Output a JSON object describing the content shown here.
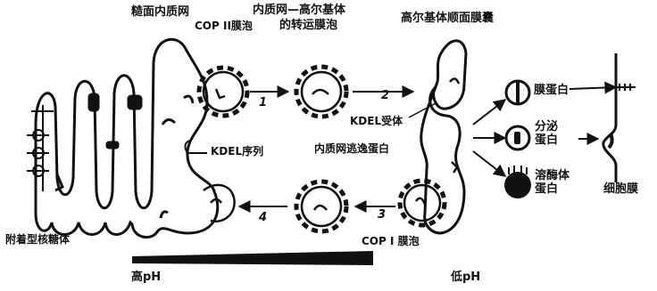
{
  "labels": {
    "rough_er": "糙面内质网",
    "er_golgi_vesicle": "内质网—高尔基体",
    "er_golgi_vesicle_2": "的转运膜泡",
    "trans_golgi": "高尔基体顺面膜囊",
    "cop2_vesicle": "COP II膜泡",
    "kdel_receptor": "KDEL受体",
    "kdel_sequence": "KDEL序列",
    "er_escape_protein": "内质网逃逸蛋白",
    "cop1_vesicle": "COP I 膜泡",
    "attached_ribosome": "附着型核糖体",
    "membrane_protein": "膜蛋白",
    "secreted_protein_1": "分泌",
    "secreted_protein_2": "蛋白",
    "lysosome_protein_1": "溶酶体",
    "lysosome_protein_2": "蛋白",
    "cell_membrane": "细胞膜",
    "high_ph": "高pH",
    "low_ph": "低pH"
  },
  "steps": [
    "1",
    "2",
    "3",
    "4"
  ]
}
